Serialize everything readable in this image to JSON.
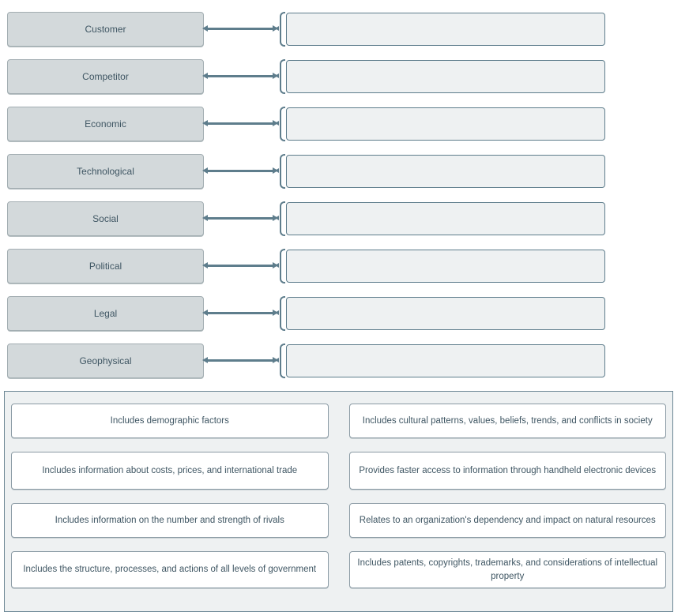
{
  "matching": {
    "terms": [
      "Customer",
      "Competitor",
      "Economic",
      "Technological",
      "Social",
      "Political",
      "Legal",
      "Geophysical"
    ],
    "drop_zone_values": [
      "",
      "",
      "",
      "",
      "",
      "",
      "",
      ""
    ]
  },
  "bank": {
    "cards": [
      "Includes demographic factors",
      "Includes cultural patterns, values, beliefs, trends, and conflicts in society",
      "Includes information about costs, prices, and international trade",
      "Provides faster access to information through handheld electronic devices",
      "Includes information on the number and strength of rivals",
      "Relates to an organization's dependency and impact on natural resources",
      "Includes the structure, processes, and actions of all levels of government",
      "Includes patents, copyrights, trademarks, and considerations of intellectual property"
    ]
  },
  "colors": {
    "slate_accent": "#5e7d8c",
    "term_fill": "#d3d9db",
    "term_border": "#a3aeb2",
    "zone_fill": "#eef1f2",
    "panel_fill": "#eef1f2",
    "card_fill": "#ffffff",
    "card_border": "#8a9aa4",
    "text": "#3f5663"
  }
}
